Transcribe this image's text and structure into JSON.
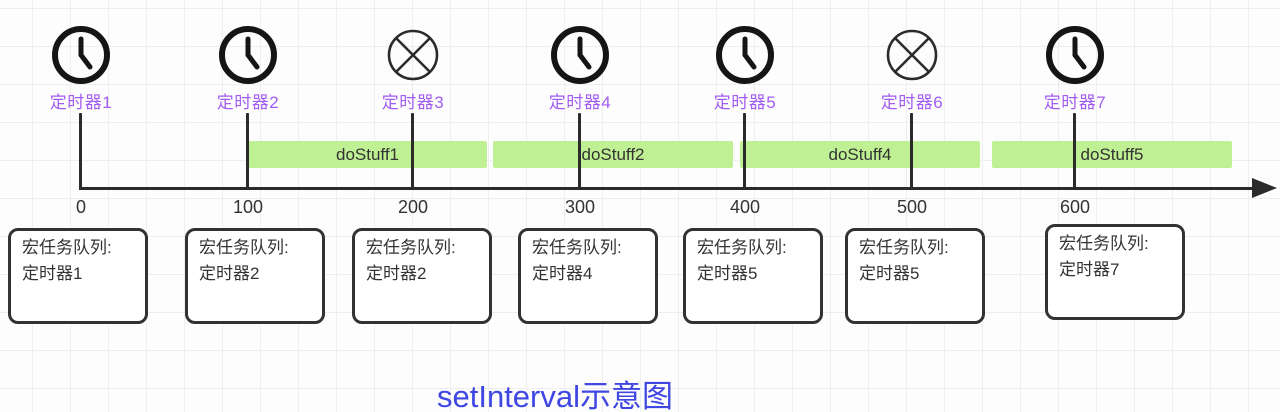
{
  "diagram": {
    "title": "setInterval示意图"
  },
  "timers": [
    {
      "label": "定时器1",
      "icon": "clock",
      "status": "scheduled"
    },
    {
      "label": "定时器2",
      "icon": "clock",
      "status": "scheduled"
    },
    {
      "label": "定时器3",
      "icon": "crossed-circle",
      "status": "skipped"
    },
    {
      "label": "定时器4",
      "icon": "clock",
      "status": "scheduled"
    },
    {
      "label": "定时器5",
      "icon": "clock",
      "status": "scheduled"
    },
    {
      "label": "定时器6",
      "icon": "crossed-circle",
      "status": "skipped"
    },
    {
      "label": "定时器7",
      "icon": "clock",
      "status": "scheduled"
    }
  ],
  "task_bars": [
    {
      "label": "doStuff1"
    },
    {
      "label": "doStuff2"
    },
    {
      "label": "doStuff4"
    },
    {
      "label": "doStuff5"
    }
  ],
  "axis": {
    "ticks": [
      "0",
      "100",
      "200",
      "300",
      "400",
      "500",
      "600"
    ]
  },
  "queue_boxes": [
    {
      "heading": "宏任务队列:",
      "item": "定时器1"
    },
    {
      "heading": "宏任务队列:",
      "item": "定时器2"
    },
    {
      "heading": "宏任务队列:",
      "item": "定时器2"
    },
    {
      "heading": "宏任务队列:",
      "item": "定时器4"
    },
    {
      "heading": "宏任务队列:",
      "item": "定时器5"
    },
    {
      "heading": "宏任务队列:",
      "item": "定时器5"
    },
    {
      "heading": "宏任务队列:",
      "item": "定时器7"
    }
  ],
  "colors": {
    "timer_label": "#a25cf2",
    "task_bar": "#bff094",
    "line": "#2b2b2b",
    "title": "#3f46e2"
  }
}
